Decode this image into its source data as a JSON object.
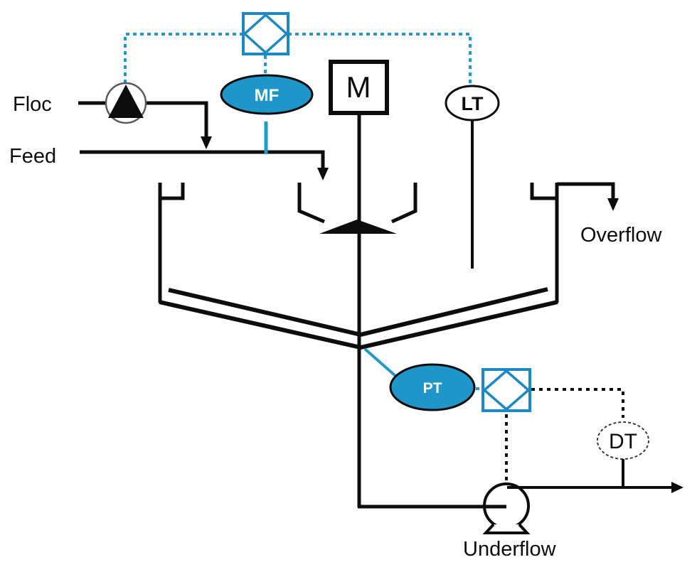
{
  "diagram": {
    "type": "process-instrumentation-diagram",
    "subject": "thickener with feed, overflow and underflow instrumentation",
    "labels": {
      "floc": "Floc",
      "feed": "Feed",
      "overflow": "Overflow",
      "underflow": "Underflow"
    },
    "instruments": {
      "motor": "M",
      "flow_transmitter": "MF",
      "level_transmitter": "LT",
      "pressure_transmitter": "PT",
      "density_transmitter": "DT"
    },
    "icons": [
      "floc-pump-icon",
      "controller-diamond-icon-top",
      "controller-diamond-icon-bottom",
      "rake-icon",
      "underflow-pump-icon",
      "down-arrow-icon",
      "right-arrow-icon"
    ],
    "colors": {
      "accent_blue_fill": "#1F96CA",
      "accent_blue_line": "#1E9CC9",
      "line_black": "#0d0d0d"
    }
  }
}
